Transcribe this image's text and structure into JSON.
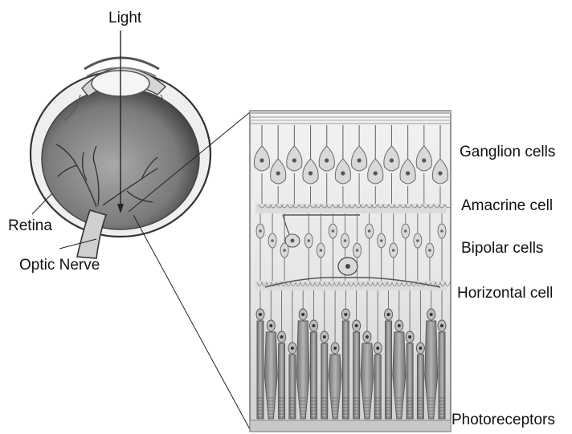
{
  "labels": {
    "light": "Light",
    "retina": "Retina",
    "optic_nerve": "Optic Nerve",
    "ganglion": "Ganglion cells",
    "amacrine": "Amacrine cell",
    "bipolar": "Bipolar cells",
    "horizontal": "Horizontal cell",
    "photoreceptors": "Photoreceptors"
  },
  "colors": {
    "ink": "#111111",
    "eye_interior": "#8a8a8a",
    "eye_dark": "#3c3c3c",
    "cell_fill": "#d9d9d9",
    "cell_outline": "#6a6a6a",
    "photoreceptor_fill": "#9a9a9a",
    "panel_bg": "#ececec"
  },
  "icons": [
    "eyeball-illustration",
    "retina-layers-illustration"
  ]
}
